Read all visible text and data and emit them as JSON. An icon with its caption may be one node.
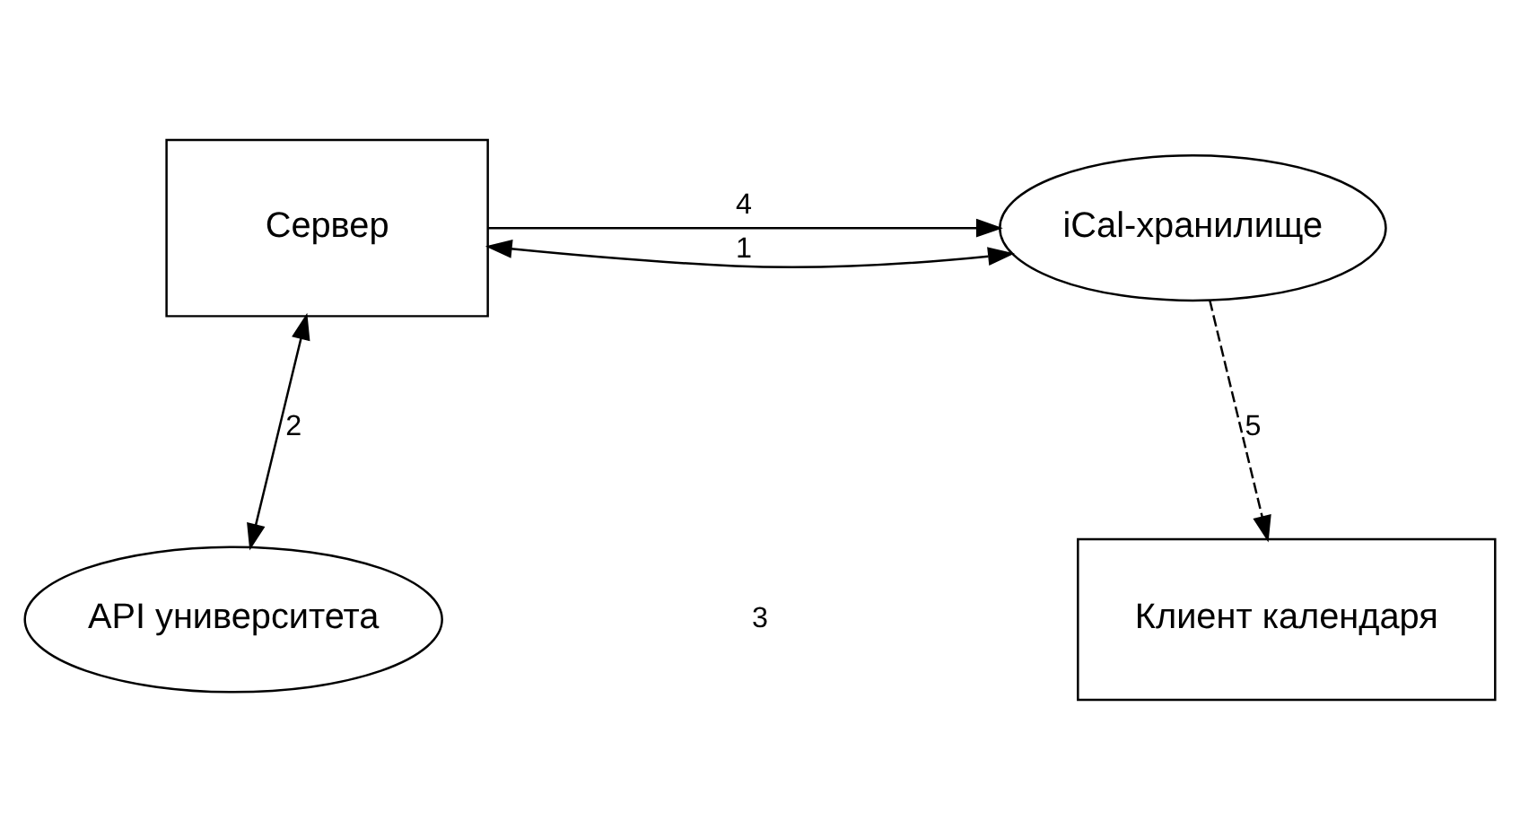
{
  "diagram": {
    "nodes": [
      {
        "text": [
          "Сервер"
        ]
      },
      {
        "text": [
          "iCal-хранилище"
        ]
      },
      {
        "text": [
          "API университета"
        ]
      },
      {
        "text": [
          "Клиент календаря"
        ]
      }
    ],
    "edges": [
      {
        "from": 0,
        "to": 1,
        "arrow": "to",
        "label": "4"
      },
      {
        "from": 0,
        "to": 1,
        "arrow": "both",
        "label": "1"
      },
      {
        "from": 0,
        "to": 2,
        "arrow": "both",
        "label": "2"
      },
      {
        "from": 1,
        "to": 3,
        "arrow": "to",
        "label": "5",
        "style": "dashed"
      }
    ],
    "labels": [
      "3"
    ]
  }
}
